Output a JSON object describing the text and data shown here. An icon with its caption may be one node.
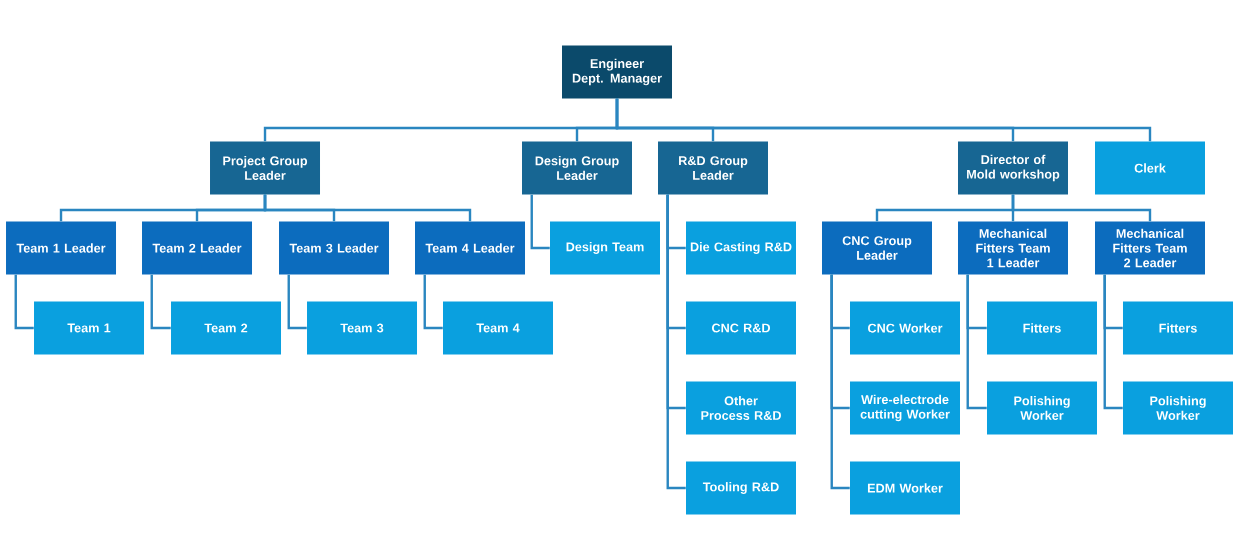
{
  "diagram": {
    "nodes": [
      {
        "text": [
          "Engineer Dept. Manager"
        ]
      },
      {
        "text": [
          "Project Group Leader"
        ]
      },
      {
        "text": [
          "Design Group Leader"
        ]
      },
      {
        "text": [
          "R&D Group Leader"
        ]
      },
      {
        "text": [
          "Director of Mold workshop"
        ]
      },
      {
        "text": [
          "Clerk"
        ]
      },
      {
        "text": [
          "Team 1 Leader"
        ]
      },
      {
        "text": [
          "Team 2 Leader"
        ]
      },
      {
        "text": [
          "Team 3 Leader"
        ]
      },
      {
        "text": [
          "Team 4 Leader"
        ]
      },
      {
        "text": [
          "Team 1"
        ]
      },
      {
        "text": [
          "Team 2"
        ]
      },
      {
        "text": [
          "Team 3"
        ]
      },
      {
        "text": [
          "Team 4"
        ]
      },
      {
        "text": [
          "Design Team"
        ]
      },
      {
        "text": [
          "Die Casting R&D"
        ]
      },
      {
        "text": [
          "CNC R&D"
        ]
      },
      {
        "text": [
          "Other Process R&D"
        ]
      },
      {
        "text": [
          "Tooling R&D"
        ]
      },
      {
        "text": [
          "CNC Group Leader"
        ]
      },
      {
        "text": [
          "Mechanical Fitters Team 1 Leader"
        ]
      },
      {
        "text": [
          "Mechanical Fitters Team 2 Leader"
        ]
      },
      {
        "text": [
          "CNC Worker"
        ]
      },
      {
        "text": [
          "Wire-electrode cutting Worker"
        ]
      },
      {
        "text": [
          "EDM Worker"
        ]
      },
      {
        "text": [
          "Fitters"
        ]
      },
      {
        "text": [
          "Polishing Worker"
        ]
      },
      {
        "text": [
          "Fitters"
        ]
      },
      {
        "text": [
          "Polishing Worker"
        ]
      }
    ],
    "edges": [
      {
        "from": 0,
        "to": 1,
        "arrow": "none"
      },
      {
        "from": 0,
        "to": 2,
        "arrow": "none"
      },
      {
        "from": 0,
        "to": 3,
        "arrow": "none"
      },
      {
        "from": 0,
        "to": 4,
        "arrow": "none"
      },
      {
        "from": 0,
        "to": 5,
        "arrow": "none"
      },
      {
        "from": 1,
        "to": 6,
        "arrow": "none"
      },
      {
        "from": 1,
        "to": 7,
        "arrow": "none"
      },
      {
        "from": 1,
        "to": 8,
        "arrow": "none"
      },
      {
        "from": 1,
        "to": 9,
        "arrow": "none"
      },
      {
        "from": 6,
        "to": 10,
        "arrow": "none"
      },
      {
        "from": 7,
        "to": 11,
        "arrow": "none"
      },
      {
        "from": 8,
        "to": 12,
        "arrow": "none"
      },
      {
        "from": 9,
        "to": 13,
        "arrow": "none"
      },
      {
        "from": 2,
        "to": 14,
        "arrow": "none"
      },
      {
        "from": 3,
        "to": 15,
        "arrow": "none"
      },
      {
        "from": 3,
        "to": 16,
        "arrow": "none"
      },
      {
        "from": 3,
        "to": 17,
        "arrow": "none"
      },
      {
        "from": 3,
        "to": 18,
        "arrow": "none"
      },
      {
        "from": 4,
        "to": 19,
        "arrow": "none"
      },
      {
        "from": 4,
        "to": 20,
        "arrow": "none"
      },
      {
        "from": 4,
        "to": 21,
        "arrow": "none"
      },
      {
        "from": 19,
        "to": 22,
        "arrow": "none"
      },
      {
        "from": 19,
        "to": 23,
        "arrow": "none"
      },
      {
        "from": 19,
        "to": 24,
        "arrow": "none"
      },
      {
        "from": 20,
        "to": 25,
        "arrow": "none"
      },
      {
        "from": 20,
        "to": 26,
        "arrow": "none"
      },
      {
        "from": 21,
        "to": 27,
        "arrow": "none"
      },
      {
        "from": 21,
        "to": 28,
        "arrow": "none"
      }
    ]
  }
}
